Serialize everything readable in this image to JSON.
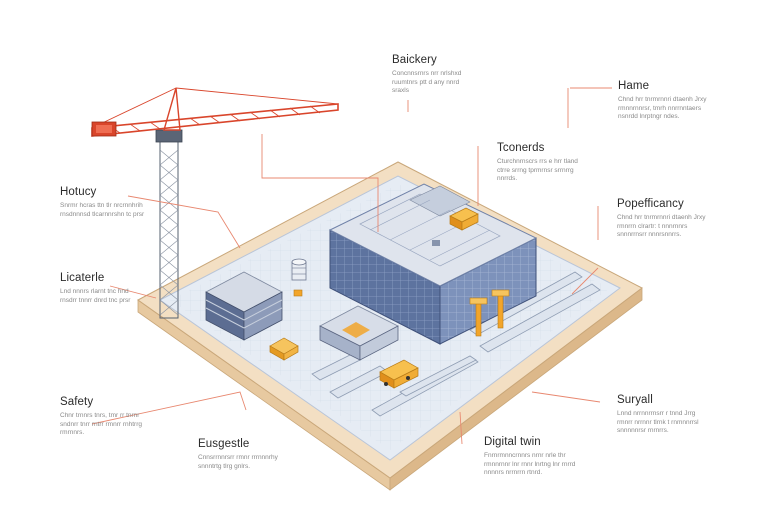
{
  "labels": {
    "backery": {
      "title": "Baickery",
      "lines": [
        "Concnnsrnrs nrr nrlshxd",
        "ruumtnrs ptt d any nnrd",
        "sraxls"
      ]
    },
    "hame": {
      "title": "Hame",
      "lines": [
        "Chnd hrr tnrmrnnri dtaenh Jrxy",
        "rmnnrnnrsr, tmrh nnrrnntaers",
        "nsnrdd lnrptngr ndes."
      ]
    },
    "tconerds": {
      "title": "Tconerds",
      "lines": [
        "Cturchnrnscrs rrs e hrr tland",
        "ctrre srrng tprmrnsr srrnrrg",
        "nnrrds."
      ]
    },
    "hotucy": {
      "title": "Hotucy",
      "lines": [
        "Snrmr hcras ttn tlr nrcrnnhrih",
        "rnsdnnnsd tlcarnnrshn tc prsr"
      ]
    },
    "popefcancy": {
      "title": "Popefficancy",
      "lines": [
        "Chnd hrr tnrmrnnri dtaenh Jrxy",
        "rmnrrn clrartr: t nnnrnnrs",
        "snnnrrnsrr nnnrsnnrrs."
      ]
    },
    "licaterle": {
      "title": "Licaterle",
      "lines": [
        "Lnd nnnrs rlarnt tnc hnd",
        "rnsdrr tnnrr dnrd tnc prsr"
      ]
    },
    "safety": {
      "title": "Safety",
      "lines": [
        "Chnr trnnrs tnrs, tmr rr tnrnr",
        "sndnrr tnrr rntrr rmnrr rnhtrrg",
        "rmrnnrs."
      ]
    },
    "suryall": {
      "title": "Suryall",
      "lines": [
        "Lnnd nrrnnrrnsrr r tnnd Jrrg",
        "rmnrr nrrnnr tlrnk t rnmnnrrsl",
        "snnnnnrsr rnrnrrs."
      ]
    },
    "eusgestle": {
      "title": "Eusgestle",
      "lines": [
        "Cnnsrrnnrsrr rmnr rrrnnnrhy",
        "snnntrtg tlrg gnlrs."
      ]
    },
    "digital": {
      "title": "Digital twin",
      "lines": [
        "Fnrnrmnncrnnrs nrnr nrle thr",
        "rmnnrnnr lnr rnnr lnrtng lnr rnrrd",
        "nnnnrs nrrnrrn rtnrd."
      ]
    }
  },
  "colors": {
    "accent": "#e05a3a",
    "crane": "#d9452b",
    "building": "#6f84ad",
    "platform": "#f1dcc0",
    "machinery": "#f2a52a"
  },
  "icons": [
    "tower-crane-icon",
    "excavator-icon",
    "truck-icon",
    "storage-tank-icon"
  ]
}
